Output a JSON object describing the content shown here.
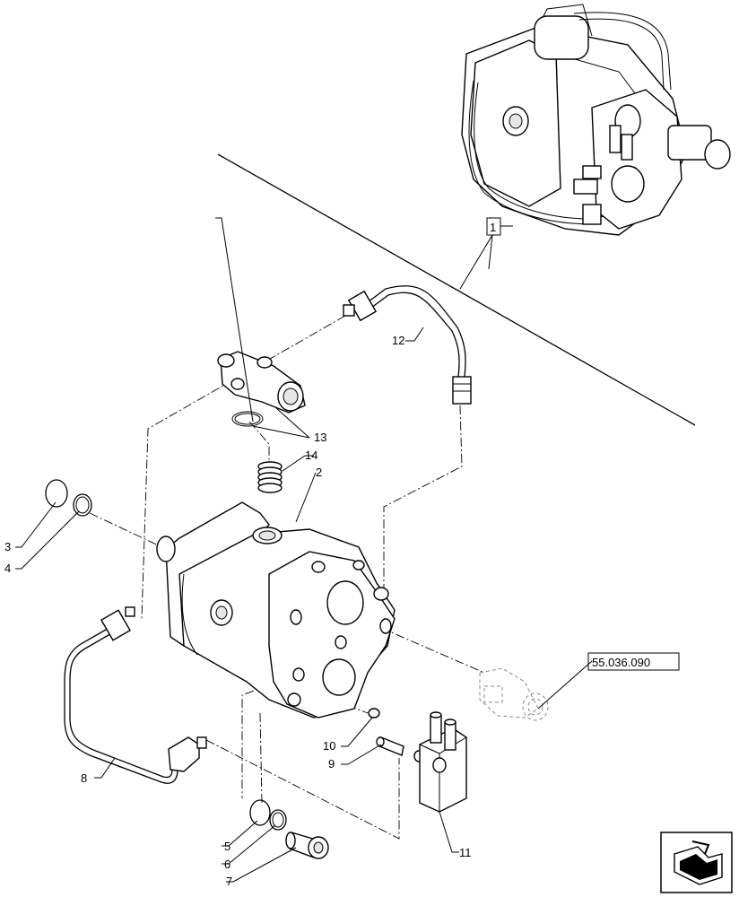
{
  "callouts": {
    "c1": "1",
    "c2": "2",
    "c3": "3",
    "c4": "4",
    "c5": "5",
    "c6": "6",
    "c7": "7",
    "c8": "8",
    "c9": "9",
    "c10": "10",
    "c11": "11",
    "c12": "12",
    "c13": "13",
    "c14": "14",
    "ref": "55.036.090"
  },
  "nav_icon": "page-turn-arrow-icon"
}
